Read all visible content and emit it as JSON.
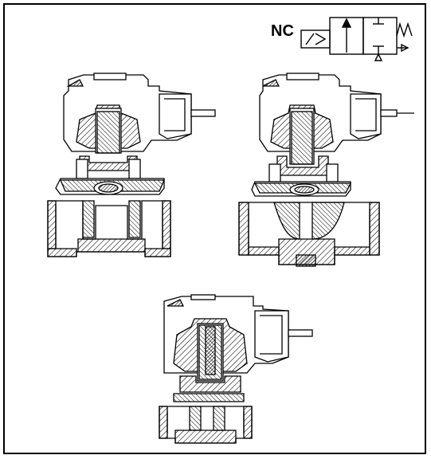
{
  "symbol": {
    "label": "NC"
  },
  "views": [
    {
      "name": "left-section-view"
    },
    {
      "name": "right-section-view"
    },
    {
      "name": "bottom-section-view"
    }
  ]
}
